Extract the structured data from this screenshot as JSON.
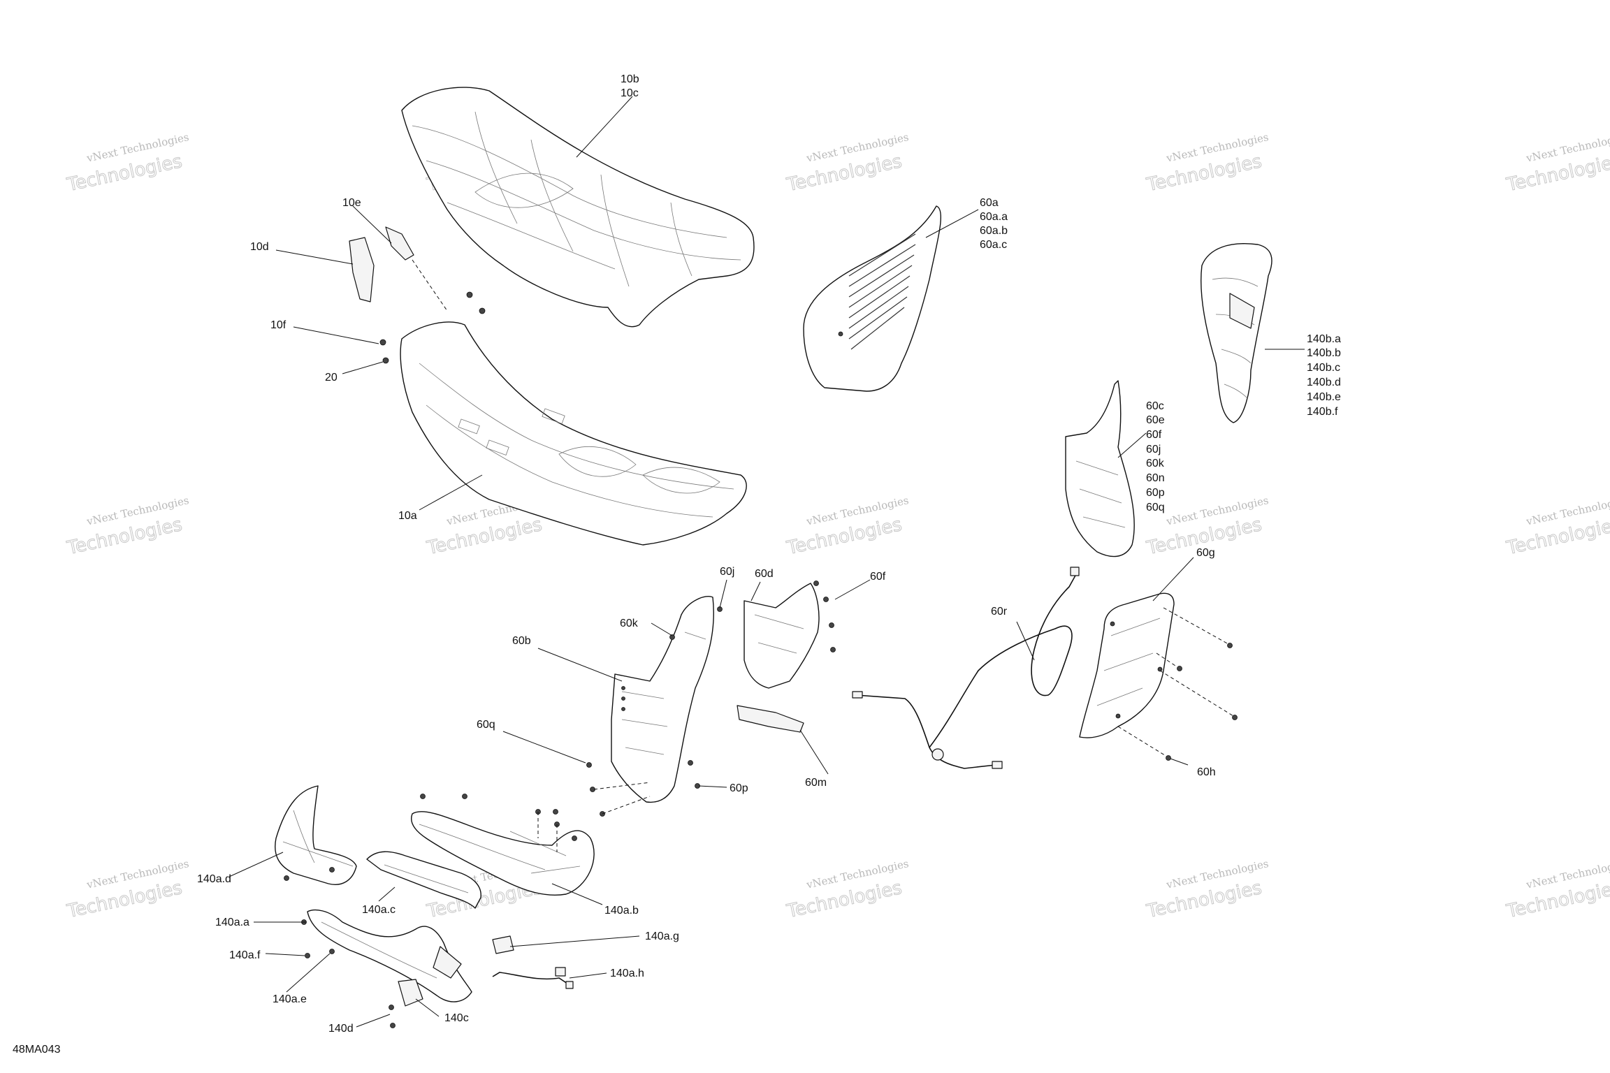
{
  "drawing_code": "48MA043",
  "watermark": {
    "line1": "vNext Technologies",
    "line2": "Technologies"
  },
  "labels": {
    "10b_10c": [
      "10b",
      "10c"
    ],
    "10e": "10e",
    "10d": "10d",
    "10f": "10f",
    "20": "20",
    "10a": "10a",
    "60a_group": [
      "60a",
      "60a.a",
      "60a.b",
      "60a.c"
    ],
    "140b_group": [
      "140b.a",
      "140b.b",
      "140b.c",
      "140b.d",
      "140b.e",
      "140b.f"
    ],
    "60c_group": [
      "60c",
      "60e",
      "60f",
      "60j",
      "60k",
      "60n",
      "60p",
      "60q"
    ],
    "60g": "60g",
    "60j": "60j",
    "60d": "60d",
    "60f": "60f",
    "60k": "60k",
    "60b": "60b",
    "60r": "60r",
    "60q": "60q",
    "60p": "60p",
    "60m": "60m",
    "60h": "60h",
    "140a_d": "140a.d",
    "140a_c": "140a.c",
    "140a_b": "140a.b",
    "140a_a": "140a.a",
    "140a_g": "140a.g",
    "140a_f": "140a.f",
    "140a_h": "140a.h",
    "140a_e": "140a.e",
    "140c": "140c",
    "140d": "140d"
  }
}
